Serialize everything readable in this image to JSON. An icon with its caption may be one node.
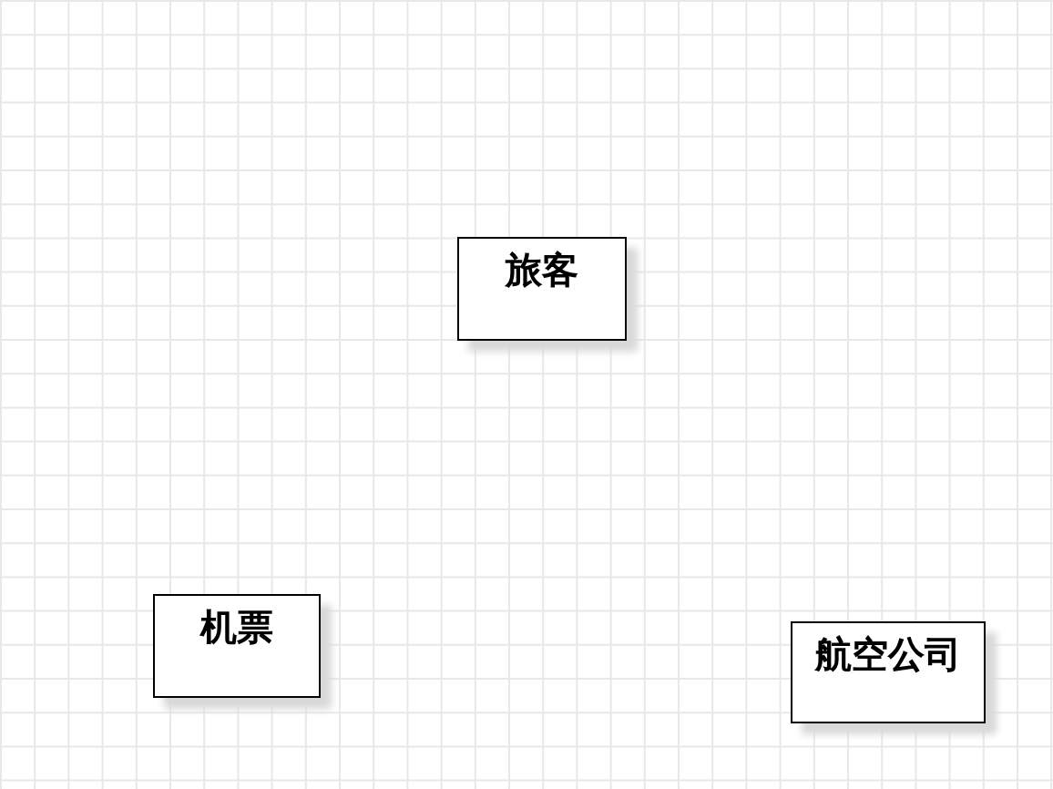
{
  "diagram": {
    "nodes": [
      {
        "text": [
          "旅客"
        ]
      },
      {
        "text": [
          "机票"
        ]
      },
      {
        "text": [
          "航空公司"
        ]
      }
    ]
  }
}
